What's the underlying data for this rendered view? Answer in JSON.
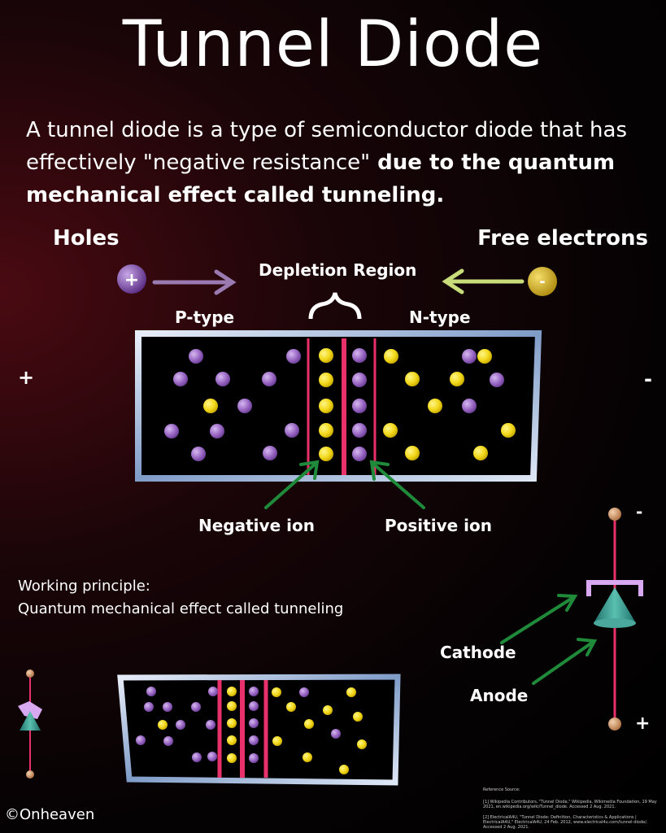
{
  "title": "Tunnel Diode",
  "intro": {
    "part1": "A tunnel diode is a type of semiconductor diode that has effectively \"negative resistance\"",
    "part2": " due to the quantum mechanical effect called tunneling."
  },
  "labels": {
    "holes": "Holes",
    "free_electrons": "Free electrons",
    "depletion_region": "Depletion Region",
    "p_type": "P-type",
    "n_type": "N-type",
    "plus": "+",
    "minus": "-",
    "negative_ion": "Negative ion",
    "positive_ion": "Positive ion",
    "cathode": "Cathode",
    "anode": "Anode"
  },
  "working_principle": {
    "line1": "Working principle:",
    "line2": "Quantum mechanical effect called tunneling"
  },
  "credit": "©Onheaven",
  "references": {
    "heading": "Reference Source:",
    "ref1": "[1] Wikipedia Contributors, \"Tunnel Diode,\" Wikipedia, Wikimedia Foundation, 19 May 2021, en.wikipedia.org/wiki/Tunnel_diode. Accessed 2 Aug. 2021.",
    "ref2": "[2] ElectricalA4U, \"Tunnel Diode: Definition, Characteristics & Applications | ElectricalA4U,\" ElectricalA4U, 24 Feb. 2012, www.electrical4u.com/tunnel-diode/. Accessed 2 Aug. 2021."
  },
  "colors": {
    "hole": "#a070c8",
    "electron": "#f2dc1e",
    "junction_line": "#e8306a",
    "arrow_green": "#1f8a3a",
    "arrow_purple": "#9a7ab0",
    "arrow_yellow": "#c8dc7a",
    "frame": "#9ab0d0"
  }
}
